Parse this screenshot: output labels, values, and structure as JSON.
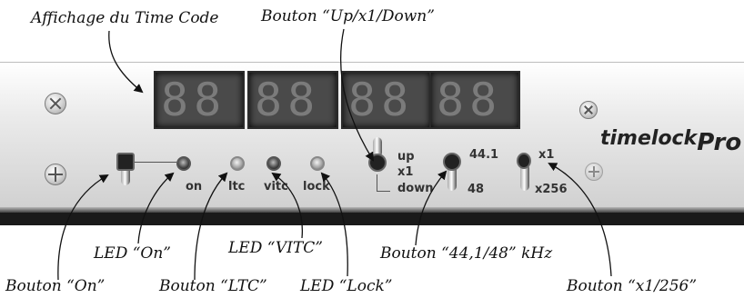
{
  "callouts": {
    "timecode_display": "Affichage du Time Code",
    "updown_button": "Bouton “Up/x1/Down”",
    "led_on": "LED “On”",
    "led_vitc": "LED “VITC”",
    "button_4448": "Bouton “44,1/48” kHz",
    "button_on": "Bouton “On”",
    "button_ltc": "Bouton “LTC”",
    "led_lock": "LED “Lock”",
    "button_x1256": "Bouton “x1/256”"
  },
  "display": {
    "digit_pairs": [
      "88",
      "88",
      "88",
      "88"
    ]
  },
  "panel_labels": {
    "on": "on",
    "ltc": "ltc",
    "vitc": "vitc",
    "lock": "lock",
    "up": "up",
    "x1_mid": "x1",
    "down": "down",
    "khz_44": "44.1",
    "khz_48": "48",
    "x1_right": "x1",
    "x256": "x256"
  },
  "logo": {
    "main": "timelock",
    "suffix": "Pro"
  },
  "colors": {
    "plate": "#e0e0e0",
    "display_bg": "#4a4a4a",
    "segment": "#7b7b7b",
    "bottom_bar": "#1a1a1a"
  }
}
